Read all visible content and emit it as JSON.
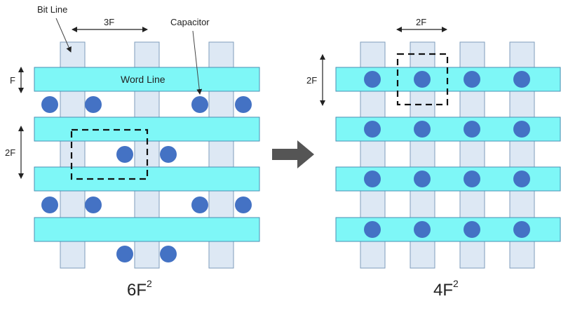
{
  "labels": {
    "bit_line": "Bit Line",
    "word_line": "Word Line",
    "capacitor": "Capacitor",
    "left_f": "F",
    "left_3f": "3F",
    "left_2f": "2F",
    "right_2f_top": "2F",
    "right_2f_side": "2F",
    "left_area": "6F",
    "left_area_exp": "2",
    "right_area": "4F",
    "right_area_exp": "2"
  },
  "colors": {
    "bit_line_fill": "#dde8f4",
    "bit_line_stroke": "#7f9dbb",
    "word_line_fill": "#7ef7f7",
    "word_line_stroke": "#4a8fb3",
    "capacitor": "#4472c4",
    "arrow": "#555555",
    "dashed_cell": "#111111"
  },
  "icons": {
    "transition_arrow": "right-arrow-icon"
  }
}
